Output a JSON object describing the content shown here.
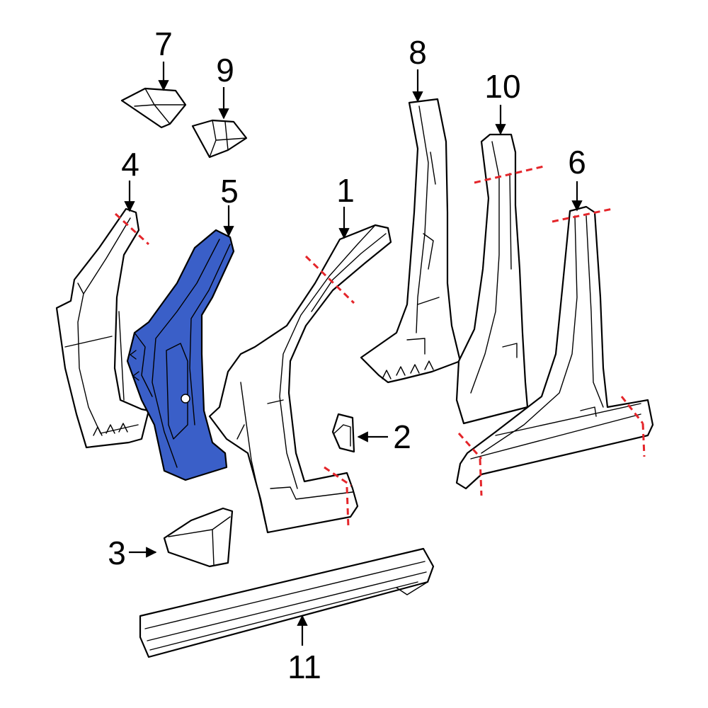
{
  "diagram": {
    "highlight_color": "#3a5fc8",
    "cut_line_color": "#e4252a",
    "callouts": {
      "c1": "1",
      "c2": "2",
      "c3": "3",
      "c4": "4",
      "c5": "5",
      "c6": "6",
      "c7": "7",
      "c8": "8",
      "c9": "9",
      "c10": "10",
      "c11": "11"
    },
    "highlighted_part": "5"
  }
}
